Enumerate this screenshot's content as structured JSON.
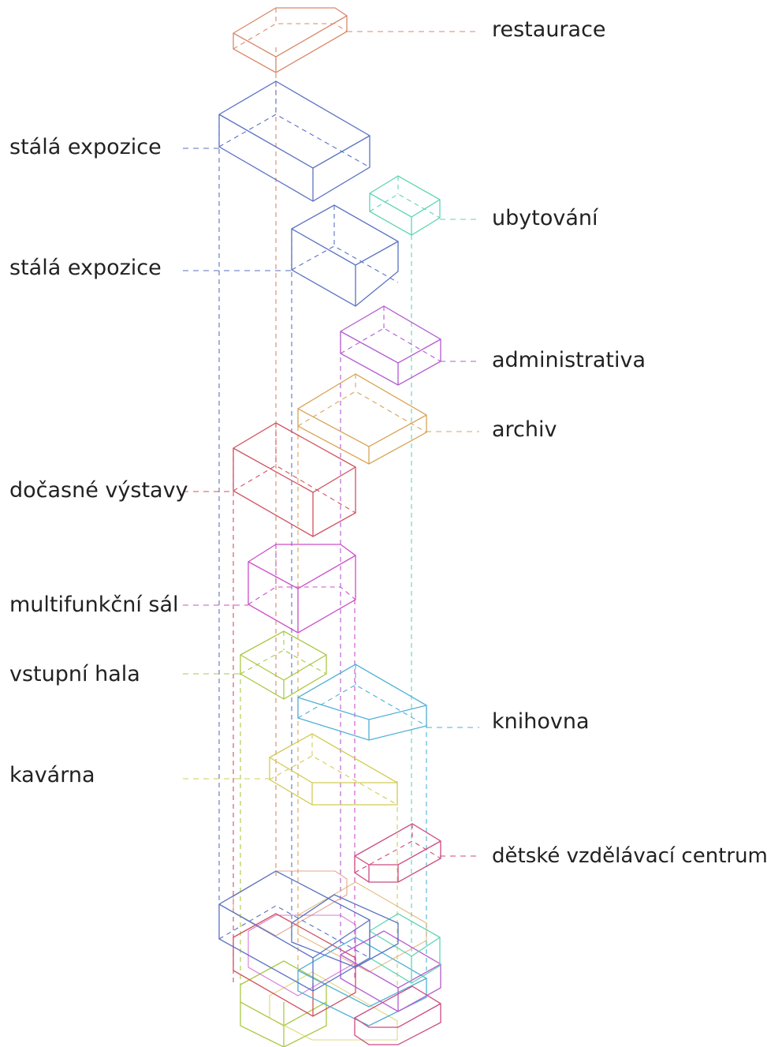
{
  "colors": {
    "restaurace": "#d9896a",
    "stala_expozice": "#5a72c2",
    "ubytovani": "#5fd4b4",
    "administrativa": "#b35bd0",
    "archiv": "#d9a55a",
    "docasne_vystavy": "#d0505e",
    "multifunkcni_sal": "#cc4fc8",
    "vstupni_hala": "#aac844",
    "knihovna": "#4fb0d6",
    "kavarna": "#d2cc55",
    "detske_centrum": "#cc4a80"
  },
  "labels": {
    "restaurace": "restaurace",
    "stala_expozice_1": "stálá expozice",
    "ubytovani": "ubytování",
    "stala_expozice_2": "stálá expozice",
    "administrativa": "administrativa",
    "archiv": "archiv",
    "docasne_vystavy": "dočasné výstavy",
    "multifunkcni_sal": "multifunkční sál",
    "vstupni_hala": "vstupní hala",
    "knihovna": "knihovna",
    "kavarna": "kavárna",
    "detske_centrum": "dětské vzdělávací centrum"
  }
}
